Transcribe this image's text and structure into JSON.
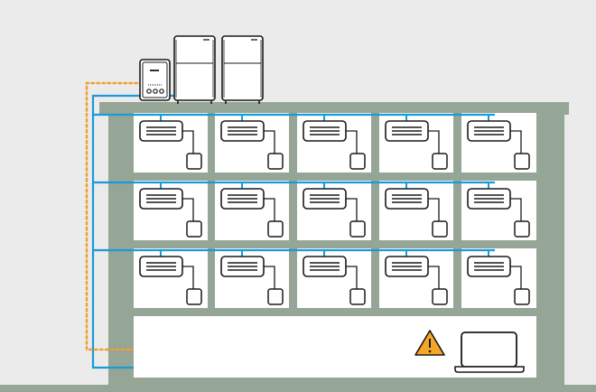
{
  "diagram": {
    "description_free": true,
    "colors": {
      "background": "#ebebeb",
      "building": "#95a596",
      "room": "#ffffff",
      "pipe": "#1a9ad6",
      "signal": "#f0a030",
      "warning": "#f5a623",
      "outline": "#1a1a1a"
    },
    "floors": 3,
    "units_per_floor": 5,
    "outdoor_units": 2,
    "icons": {
      "controller": "controller-unit-icon",
      "outdoor": "outdoor-unit-icon",
      "indoor": "indoor-ac-unit-icon",
      "thermostat": "thermostat-icon",
      "warning": "warning-icon",
      "laptop": "laptop-icon"
    }
  }
}
